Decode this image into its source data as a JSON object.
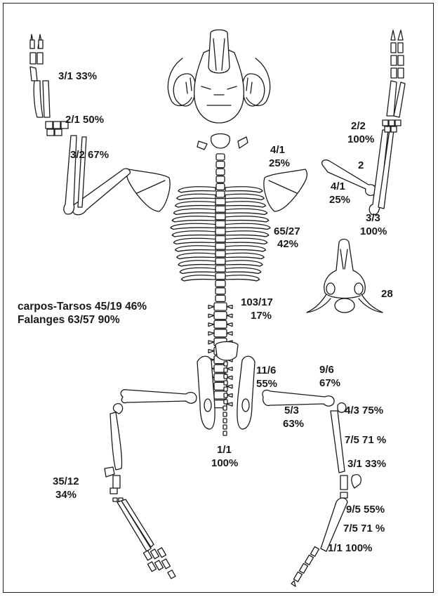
{
  "colors": {
    "ink": "#1a1a1a",
    "paper": "#ffffff"
  },
  "labels": {
    "forelimb_left_phalanx": "3/1 33%",
    "forelimb_left_metacarpal": "2/1 50%",
    "forelimb_left_radius": "3/2 67%",
    "scapula_right_count": "4/1",
    "scapula_right_pct": "25%",
    "forelimb_right_phalanx_count": "2/2",
    "forelimb_right_phalanx_pct": "100%",
    "forelimb_right_metacarpal": "2",
    "humerus_right_count": "4/1",
    "humerus_right_pct": "25%",
    "ulna_right_count": "3/3",
    "ulna_right_pct": "100%",
    "ribs_count": "65/27",
    "ribs_pct": "42%",
    "skull_count": "28",
    "vertebrae_count": "103/17",
    "vertebrae_pct": "17%",
    "carpos_tarsos": "carpos-Tarsos 45/19 46%",
    "falanges": "Falanges 63/57 90%",
    "pelvis_count": "11/6",
    "pelvis_pct": "55%",
    "femur_prox_count": "9/6",
    "femur_prox_pct": "67%",
    "femur_count": "5/3",
    "femur_pct": "63%",
    "tibia_prox": "4/3 75%",
    "tibia_shaft": "7/5 71 %",
    "fibula": "3/1 33%",
    "tail_count": "1/1",
    "tail_pct": "100%",
    "tarsal_left_count": "35/12",
    "tarsal_left_pct": "34%",
    "metatarsal_right": "9/5 55%",
    "metatarsal_shaft": "7/5 71 %",
    "toe_phalanx": "1/1 100%"
  }
}
